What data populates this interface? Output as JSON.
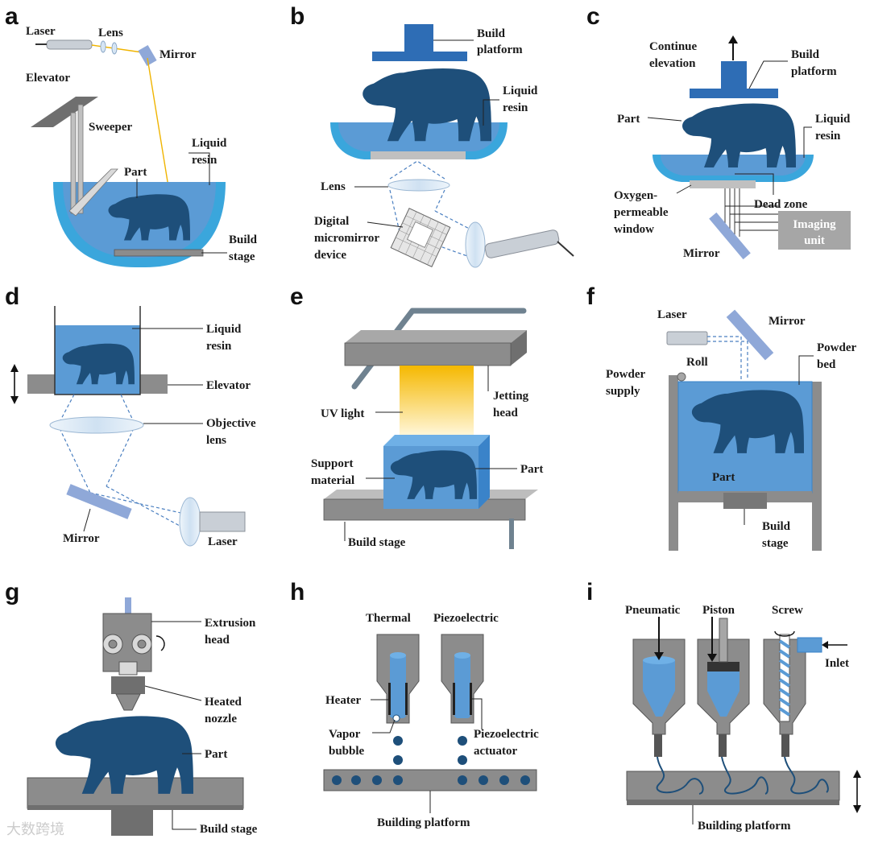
{
  "panels": {
    "a": {
      "letter": "a",
      "laser": "Laser",
      "lens": "Lens",
      "mirror": "Mirror",
      "elevator": "Elevator",
      "sweeper": "Sweeper",
      "liquid_resin": [
        "Liquid",
        "resin"
      ],
      "part": "Part",
      "build_stage": [
        "Build",
        "stage"
      ]
    },
    "b": {
      "letter": "b",
      "build_platform": [
        "Build",
        "platform"
      ],
      "liquid_resin": [
        "Liquid",
        "resin"
      ],
      "lens": "Lens",
      "dmd": [
        "Digital",
        "micromirror",
        "device"
      ]
    },
    "c": {
      "letter": "c",
      "continue_elevation": [
        "Continue",
        "elevation"
      ],
      "build_platform": [
        "Build",
        "platform"
      ],
      "part": "Part",
      "liquid_resin": [
        "Liquid",
        "resin"
      ],
      "oxygen_window": [
        "Oxygen-",
        "permeable",
        "window"
      ],
      "dead_zone": "Dead zone",
      "imaging_unit": [
        "Imaging",
        "unit"
      ],
      "mirror": "Mirror"
    },
    "d": {
      "letter": "d",
      "liquid_resin": [
        "Liquid",
        "resin"
      ],
      "elevator": "Elevator",
      "objective_lens": [
        "Objective",
        "lens"
      ],
      "mirror": "Mirror",
      "laser": "Laser"
    },
    "e": {
      "letter": "e",
      "jetting_head": [
        "Jetting",
        "head"
      ],
      "uv_light": "UV light",
      "support_material": [
        "Support",
        "material"
      ],
      "part": "Part",
      "build_stage": "Build stage"
    },
    "f": {
      "letter": "f",
      "laser": "Laser",
      "mirror": "Mirror",
      "roll": "Roll",
      "powder_supply": [
        "Powder",
        "supply"
      ],
      "powder_bed": [
        "Powder",
        "bed"
      ],
      "part": "Part",
      "build_stage": [
        "Build",
        "stage"
      ]
    },
    "g": {
      "letter": "g",
      "extrusion_head": [
        "Extrusion",
        "head"
      ],
      "heated_nozzle": [
        "Heated",
        "nozzle"
      ],
      "part": "Part",
      "build_stage": "Build stage"
    },
    "h": {
      "letter": "h",
      "thermal": "Thermal",
      "piezoelectric": "Piezoelectric",
      "heater": "Heater",
      "vapor_bubble": [
        "Vapor",
        "bubble"
      ],
      "piezo_actuator": [
        "Piezoelectric",
        "actuator"
      ],
      "building_platform": "Building platform"
    },
    "i": {
      "letter": "i",
      "pneumatic": "Pneumatic",
      "piston": "Piston",
      "screw": "Screw",
      "inlet": "Inlet",
      "building_platform": "Building platform"
    }
  },
  "watermark": "大数跨境",
  "colors": {
    "resin_dark": "#2f82c8",
    "resin": "#5b9bd5",
    "vat_outline": "#3aa6dc",
    "bear": "#1e4f7a",
    "platform": "#2e6db5",
    "gray": "#8c8c8c",
    "gray_light": "#a6a6a6",
    "mirror": "#8fa8d8",
    "light": "#f2c230"
  }
}
